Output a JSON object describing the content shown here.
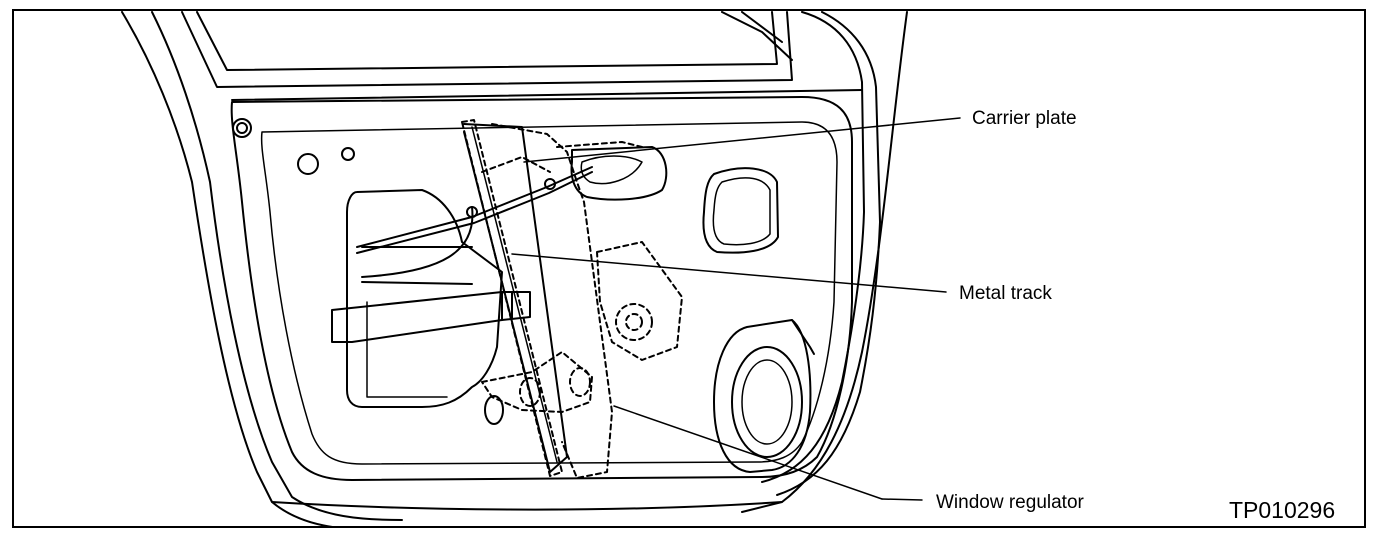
{
  "callouts": {
    "carrier_plate": "Carrier plate",
    "metal_track": "Metal track",
    "window_regulator": "Window regulator"
  },
  "figure_ref": "TP010296"
}
